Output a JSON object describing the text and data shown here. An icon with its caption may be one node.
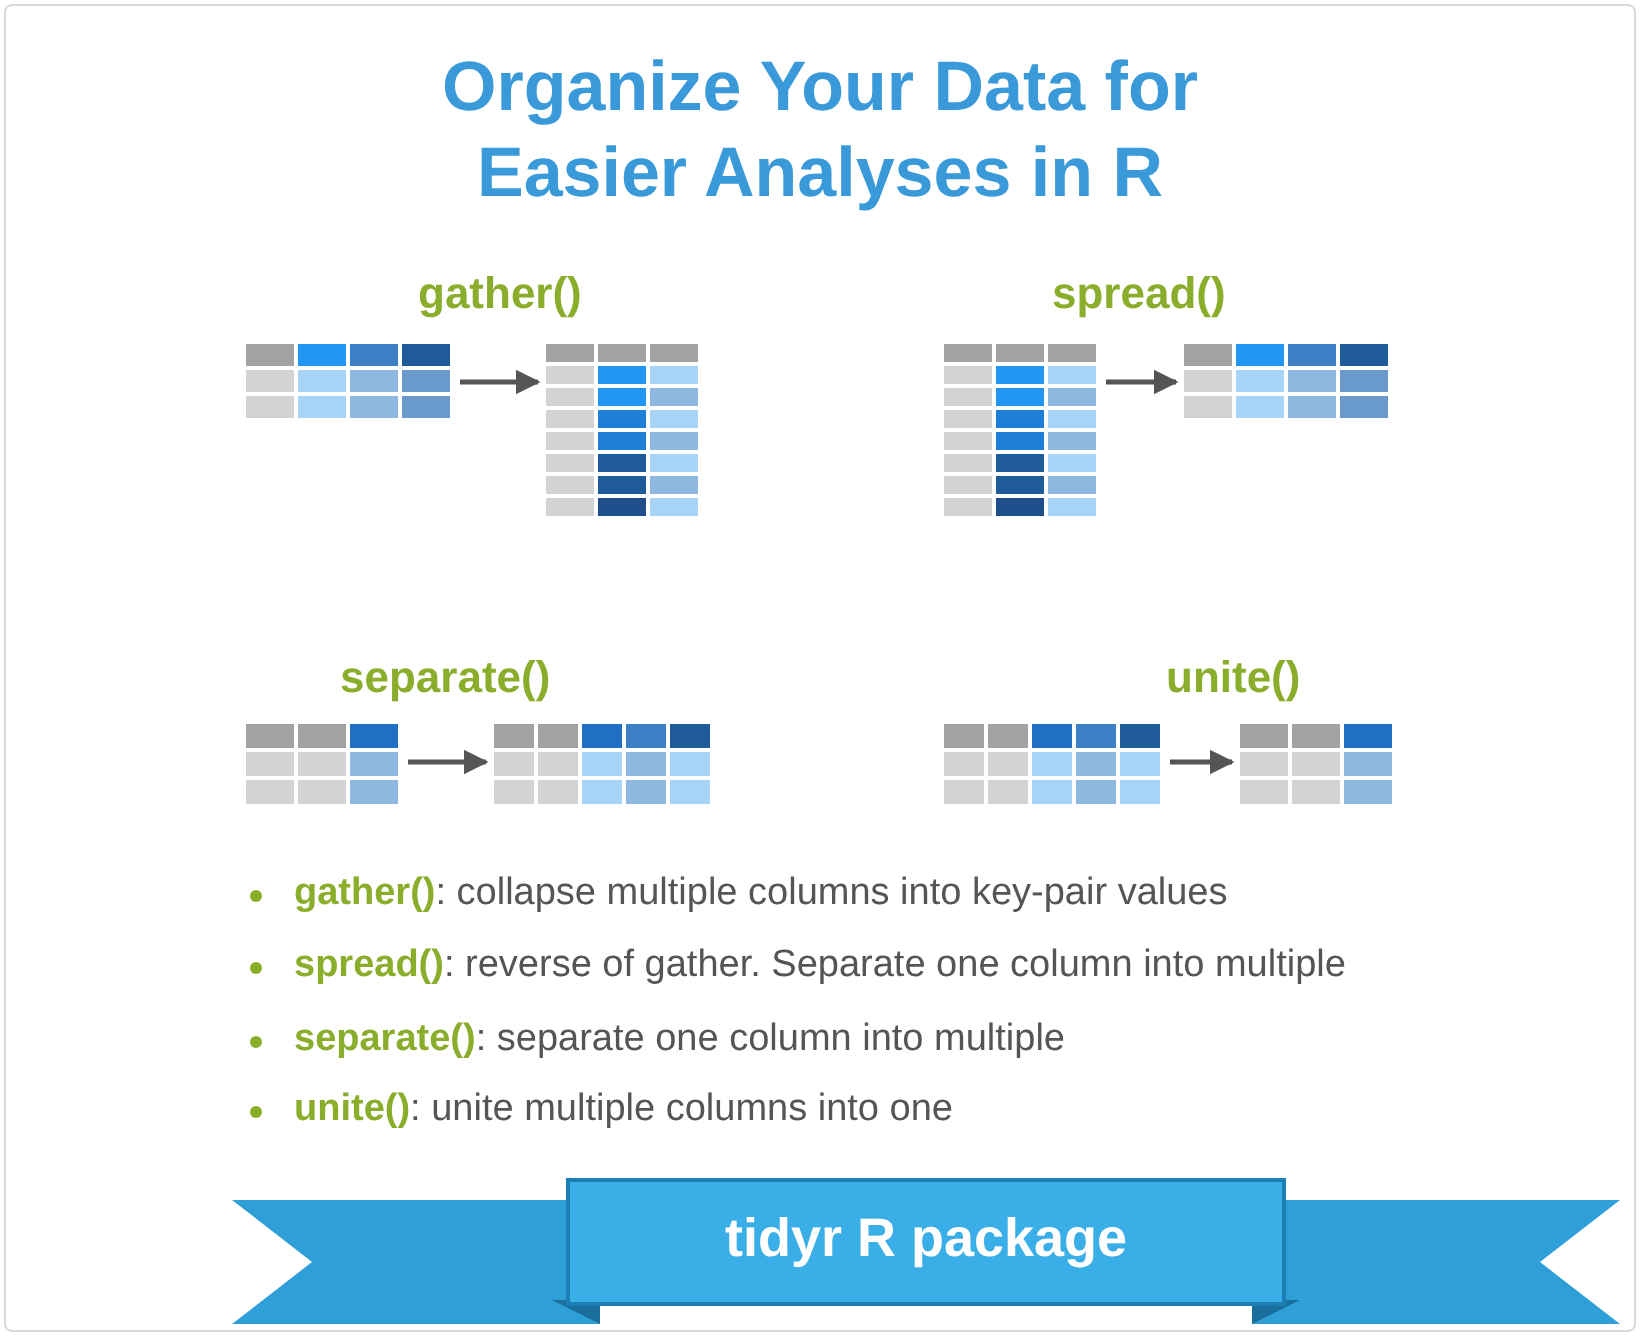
{
  "diagram": {
    "title": "Organize Your Data for Easier Analyses in R",
    "nodes": [
      {
        "text": [],
        "shape": "picture"
      },
      {
        "text": [],
        "shape": "picture"
      },
      {
        "text": [],
        "shape": "picture"
      },
      {
        "text": [],
        "shape": "picture"
      },
      {
        "text": [],
        "shape": "picture"
      },
      {
        "text": [],
        "shape": "picture"
      },
      {
        "text": [],
        "shape": "picture"
      },
      {
        "text": [],
        "shape": "picture"
      },
      {
        "text": [
          "tidyr R package"
        ]
      }
    ],
    "edges": [
      {
        "from": 0,
        "to": 1,
        "arrow": "to"
      },
      {
        "from": 2,
        "to": 3,
        "arrow": "to"
      },
      {
        "from": 4,
        "to": 5,
        "arrow": "to"
      },
      {
        "from": 6,
        "to": 7,
        "arrow": "to"
      }
    ],
    "labels": [
      "gather()",
      "spread()",
      "separate()",
      "unite()",
      "**gather()**: collapse multiple columns into key-pair values",
      "**spread()**: reverse of gather. Separate one column into multiple",
      "**separate()**: separate one column into multiple",
      "**unite()**: unite multiple columns into one"
    ]
  }
}
